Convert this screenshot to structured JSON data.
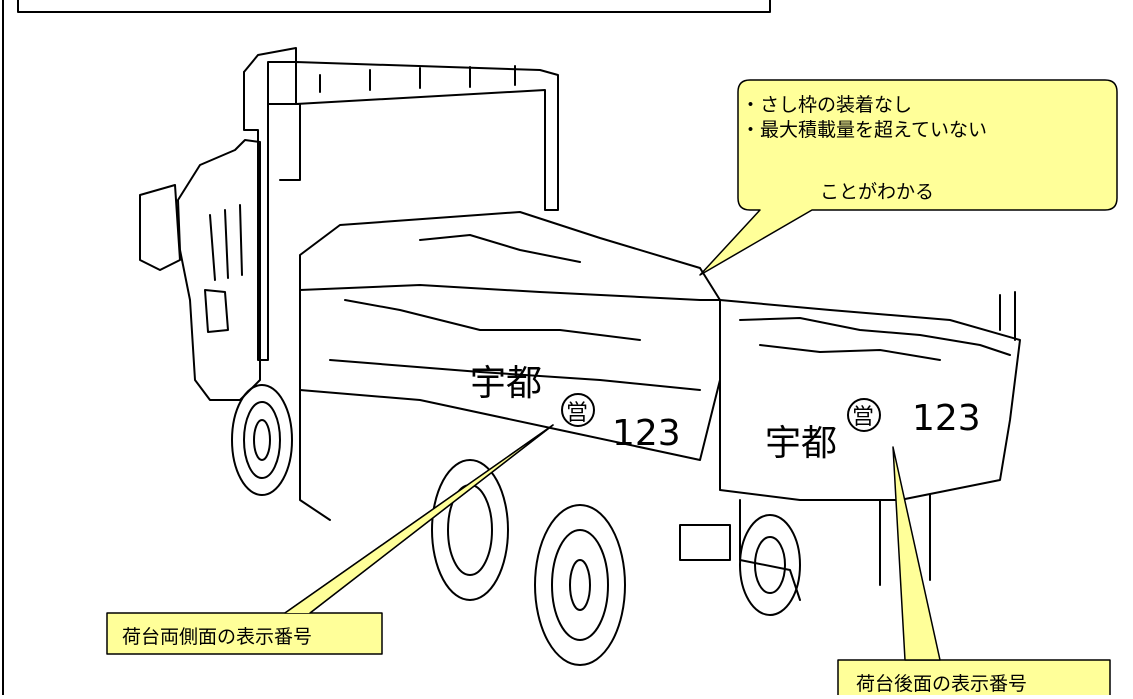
{
  "callouts": {
    "top": {
      "line1": "・さし枠の装着なし",
      "line2": "・最大積載量を超えていない",
      "line3": "ことがわかる"
    },
    "side": {
      "label": "荷台両側面の表示番号"
    },
    "rear": {
      "label": "荷台後面の表示番号"
    }
  },
  "truck_markings": {
    "side": {
      "chars": "宇都",
      "circled": "営",
      "number": "123"
    },
    "rear": {
      "chars": "宇都",
      "circled": "営",
      "number": "123"
    }
  },
  "colors": {
    "callout_fill": "#ffff99",
    "callout_stroke": "#000000",
    "line": "#000000",
    "background": "#ffffff"
  }
}
